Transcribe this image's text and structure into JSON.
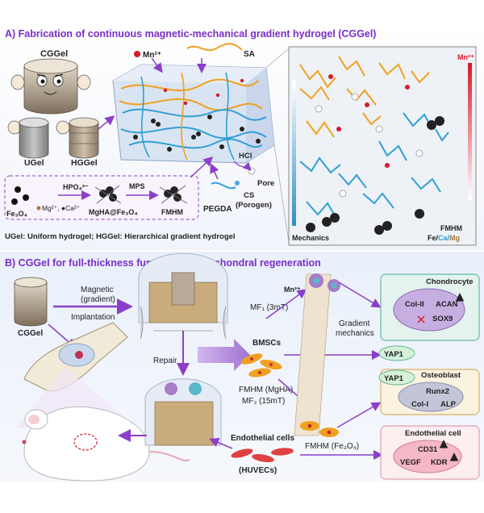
{
  "panel_a": {
    "title": "A) Fabrication of continuous magnetic-mechanical gradient hydrogel (CGGel)",
    "cggel": "CGGel",
    "ugel": "UGel",
    "hggel": "HGGel",
    "mn": "Mn²⁺",
    "sa": "SA",
    "hcl": "HCl",
    "pore": "Pore",
    "cs": "CS",
    "porogen": "(Porogen)",
    "pegda": "PEGDA",
    "fe3o4": "Fe₃O₄",
    "mg_ca": "Mg²⁺, ●Ca²⁺",
    "hpo4": "HPO₄³⁻",
    "mps": "MPS",
    "mgha_fe3o4": "MgHA@Fe₃O₄",
    "fmhm": "FMHM",
    "legend": "UGel: Uniform hydrogel; HGGel: Hierarchical gradient hydrogel",
    "zoom_mn": "Mn²⁺",
    "zoom_mechanics": "Mechanics",
    "zoom_fmhm": "FMHM",
    "zoom_fe": "Fe/",
    "zoom_ca": "Ca/",
    "zoom_mg": "Mg"
  },
  "panel_b": {
    "title": "B) CGGel for full-thickness functional osteochondral regeneration",
    "cggel": "CGGel",
    "magnetic": "Magnetic",
    "gradient": "(gradient)",
    "implantation": "Implantation",
    "repair": "Repair",
    "mn": "Mn²⁺",
    "mf1": "MF₁ (3mT)",
    "bmscs": "BMSCs",
    "fmhm_mgha": "FMHM (MgHA)",
    "mf2": "MF₂ (15mT)",
    "gradient_mech_1": "Gradient",
    "gradient_mech_2": "mechanics",
    "endothelial_cells": "Endothelial cells",
    "huvecs": "(HUVECs)",
    "fmhm_fe3o4": "FMHM (Fe₃O₄)",
    "chondrocyte": "Chondrocyte",
    "col2": "Col-II",
    "acan": "ACAN",
    "sox9": "SOX9",
    "yap1_a": "YAP1",
    "yap1_b": "YAP1",
    "osteoblast": "Osteoblast",
    "runx2": "Runx2",
    "col1": "Col-I",
    "alp": "ALP",
    "endothelial_cell": "Endothelial cell",
    "cd31": "CD31",
    "vegf": "VEGF",
    "kdr": "KDR"
  },
  "colors": {
    "title": "#7a2ec8",
    "orange_fiber": "#f0a020",
    "blue_fiber": "#2f9fd6",
    "mn_red": "#d8192a",
    "arrow_purple": "#8b3fc9"
  }
}
